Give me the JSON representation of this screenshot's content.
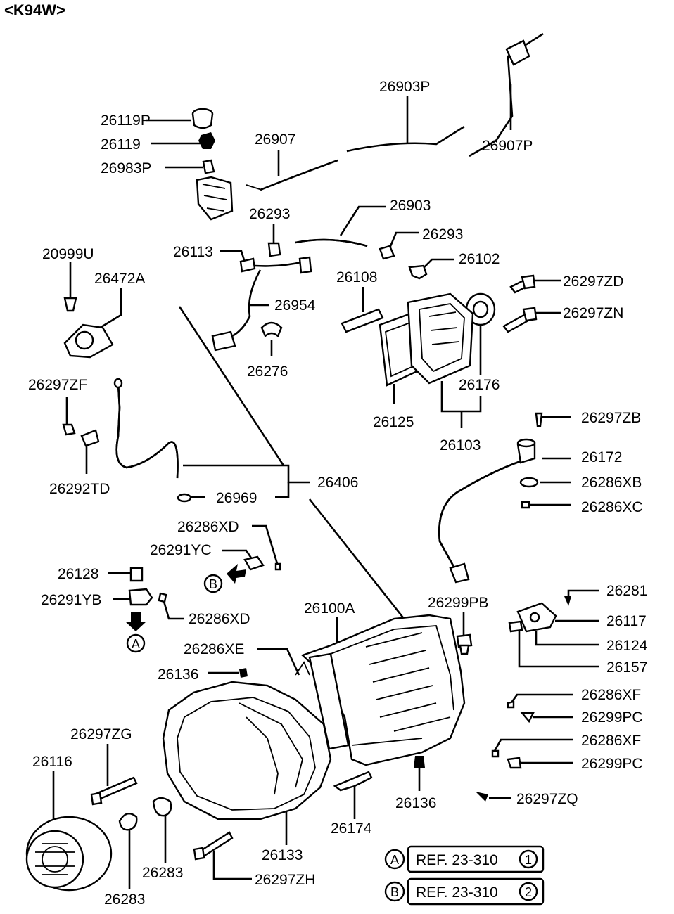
{
  "title": "<K94W>",
  "parts": [
    {
      "id": "p26903P",
      "number": "26903P"
    },
    {
      "id": "p26119P",
      "number": "26119P"
    },
    {
      "id": "p26119",
      "number": "26119"
    },
    {
      "id": "p26907",
      "number": "26907"
    },
    {
      "id": "p26907P",
      "number": "26907P"
    },
    {
      "id": "p26983P",
      "number": "26983P"
    },
    {
      "id": "p26903",
      "number": "26903"
    },
    {
      "id": "p26293a",
      "number": "26293"
    },
    {
      "id": "p26293b",
      "number": "26293"
    },
    {
      "id": "p20999U",
      "number": "20999U"
    },
    {
      "id": "p26113",
      "number": "26113"
    },
    {
      "id": "p26102",
      "number": "26102"
    },
    {
      "id": "p26472A",
      "number": "26472A"
    },
    {
      "id": "p26108",
      "number": "26108"
    },
    {
      "id": "p26297ZD",
      "number": "26297ZD"
    },
    {
      "id": "p26954",
      "number": "26954"
    },
    {
      "id": "p26297ZN",
      "number": "26297ZN"
    },
    {
      "id": "p26276",
      "number": "26276"
    },
    {
      "id": "p26297ZF",
      "number": "26297ZF"
    },
    {
      "id": "p26176",
      "number": "26176"
    },
    {
      "id": "p26125",
      "number": "26125"
    },
    {
      "id": "p26297ZB",
      "number": "26297ZB"
    },
    {
      "id": "p26103",
      "number": "26103"
    },
    {
      "id": "p26172",
      "number": "26172"
    },
    {
      "id": "p26292TD",
      "number": "26292TD"
    },
    {
      "id": "p26406",
      "number": "26406"
    },
    {
      "id": "p26286XB",
      "number": "26286XB"
    },
    {
      "id": "p26969",
      "number": "26969"
    },
    {
      "id": "p26286XC",
      "number": "26286XC"
    },
    {
      "id": "p26286XDa",
      "number": "26286XD"
    },
    {
      "id": "p26291YC",
      "number": "26291YC"
    },
    {
      "id": "p26128",
      "number": "26128"
    },
    {
      "id": "p26281",
      "number": "26281"
    },
    {
      "id": "p26291YB",
      "number": "26291YB"
    },
    {
      "id": "p26299PB",
      "number": "26299PB"
    },
    {
      "id": "p26100A",
      "number": "26100A"
    },
    {
      "id": "p26286XDb",
      "number": "26286XD"
    },
    {
      "id": "p26117",
      "number": "26117"
    },
    {
      "id": "p26286XE",
      "number": "26286XE"
    },
    {
      "id": "p26124",
      "number": "26124"
    },
    {
      "id": "p26157",
      "number": "26157"
    },
    {
      "id": "p26136a",
      "number": "26136"
    },
    {
      "id": "p26286XFa",
      "number": "26286XF"
    },
    {
      "id": "p26299PCa",
      "number": "26299PC"
    },
    {
      "id": "p26297ZG",
      "number": "26297ZG"
    },
    {
      "id": "p26286XFb",
      "number": "26286XF"
    },
    {
      "id": "p26116",
      "number": "26116"
    },
    {
      "id": "p26299PCb",
      "number": "26299PC"
    },
    {
      "id": "p26136b",
      "number": "26136"
    },
    {
      "id": "p26297ZQ",
      "number": "26297ZQ"
    },
    {
      "id": "p26174",
      "number": "26174"
    },
    {
      "id": "p26133",
      "number": "26133"
    },
    {
      "id": "p26283a",
      "number": "26283"
    },
    {
      "id": "p26297ZH",
      "number": "26297ZH"
    },
    {
      "id": "p26283b",
      "number": "26283"
    }
  ],
  "markers": {
    "a": "A",
    "b": "B"
  },
  "references": [
    {
      "letter": "A",
      "text": "REF. 23-310",
      "num": "1"
    },
    {
      "letter": "B",
      "text": "REF. 23-310",
      "num": "2"
    }
  ]
}
